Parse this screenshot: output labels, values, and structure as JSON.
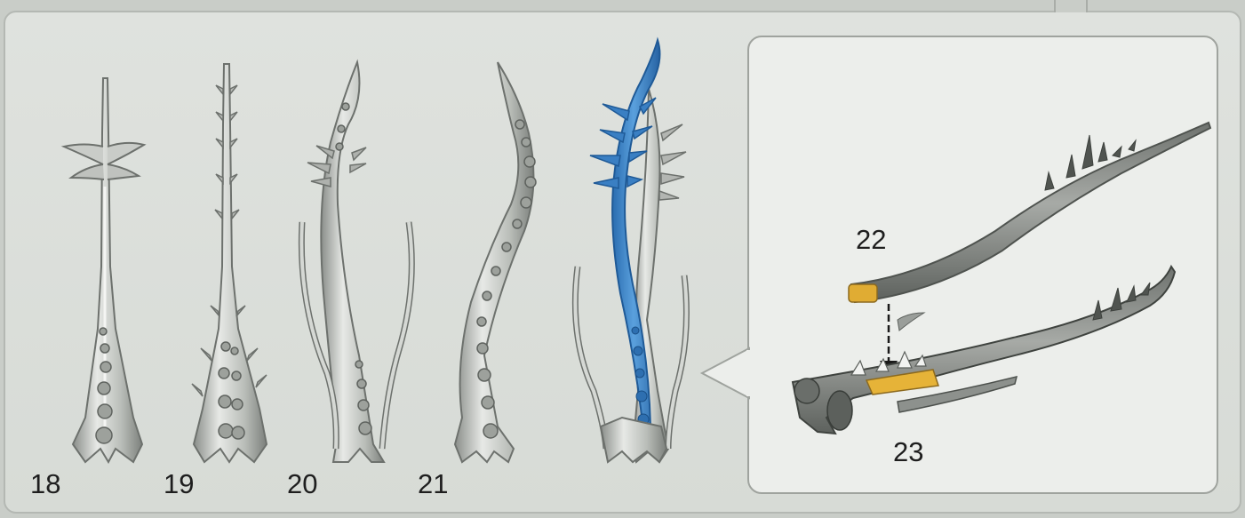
{
  "figure": {
    "labels": {
      "l18": "18",
      "l19": "19",
      "l20": "20",
      "l21": "21",
      "l22": "22",
      "l23": "23"
    },
    "colors": {
      "panel": "#dcdfdb",
      "callout": "#eceeeb",
      "bone": "#c8cbc7",
      "bone_dark": "#7f837f",
      "highlight_blue": "#3f86c9",
      "highlight_yellow": "#e9b33a",
      "arrow": "#1a1a1a"
    }
  }
}
